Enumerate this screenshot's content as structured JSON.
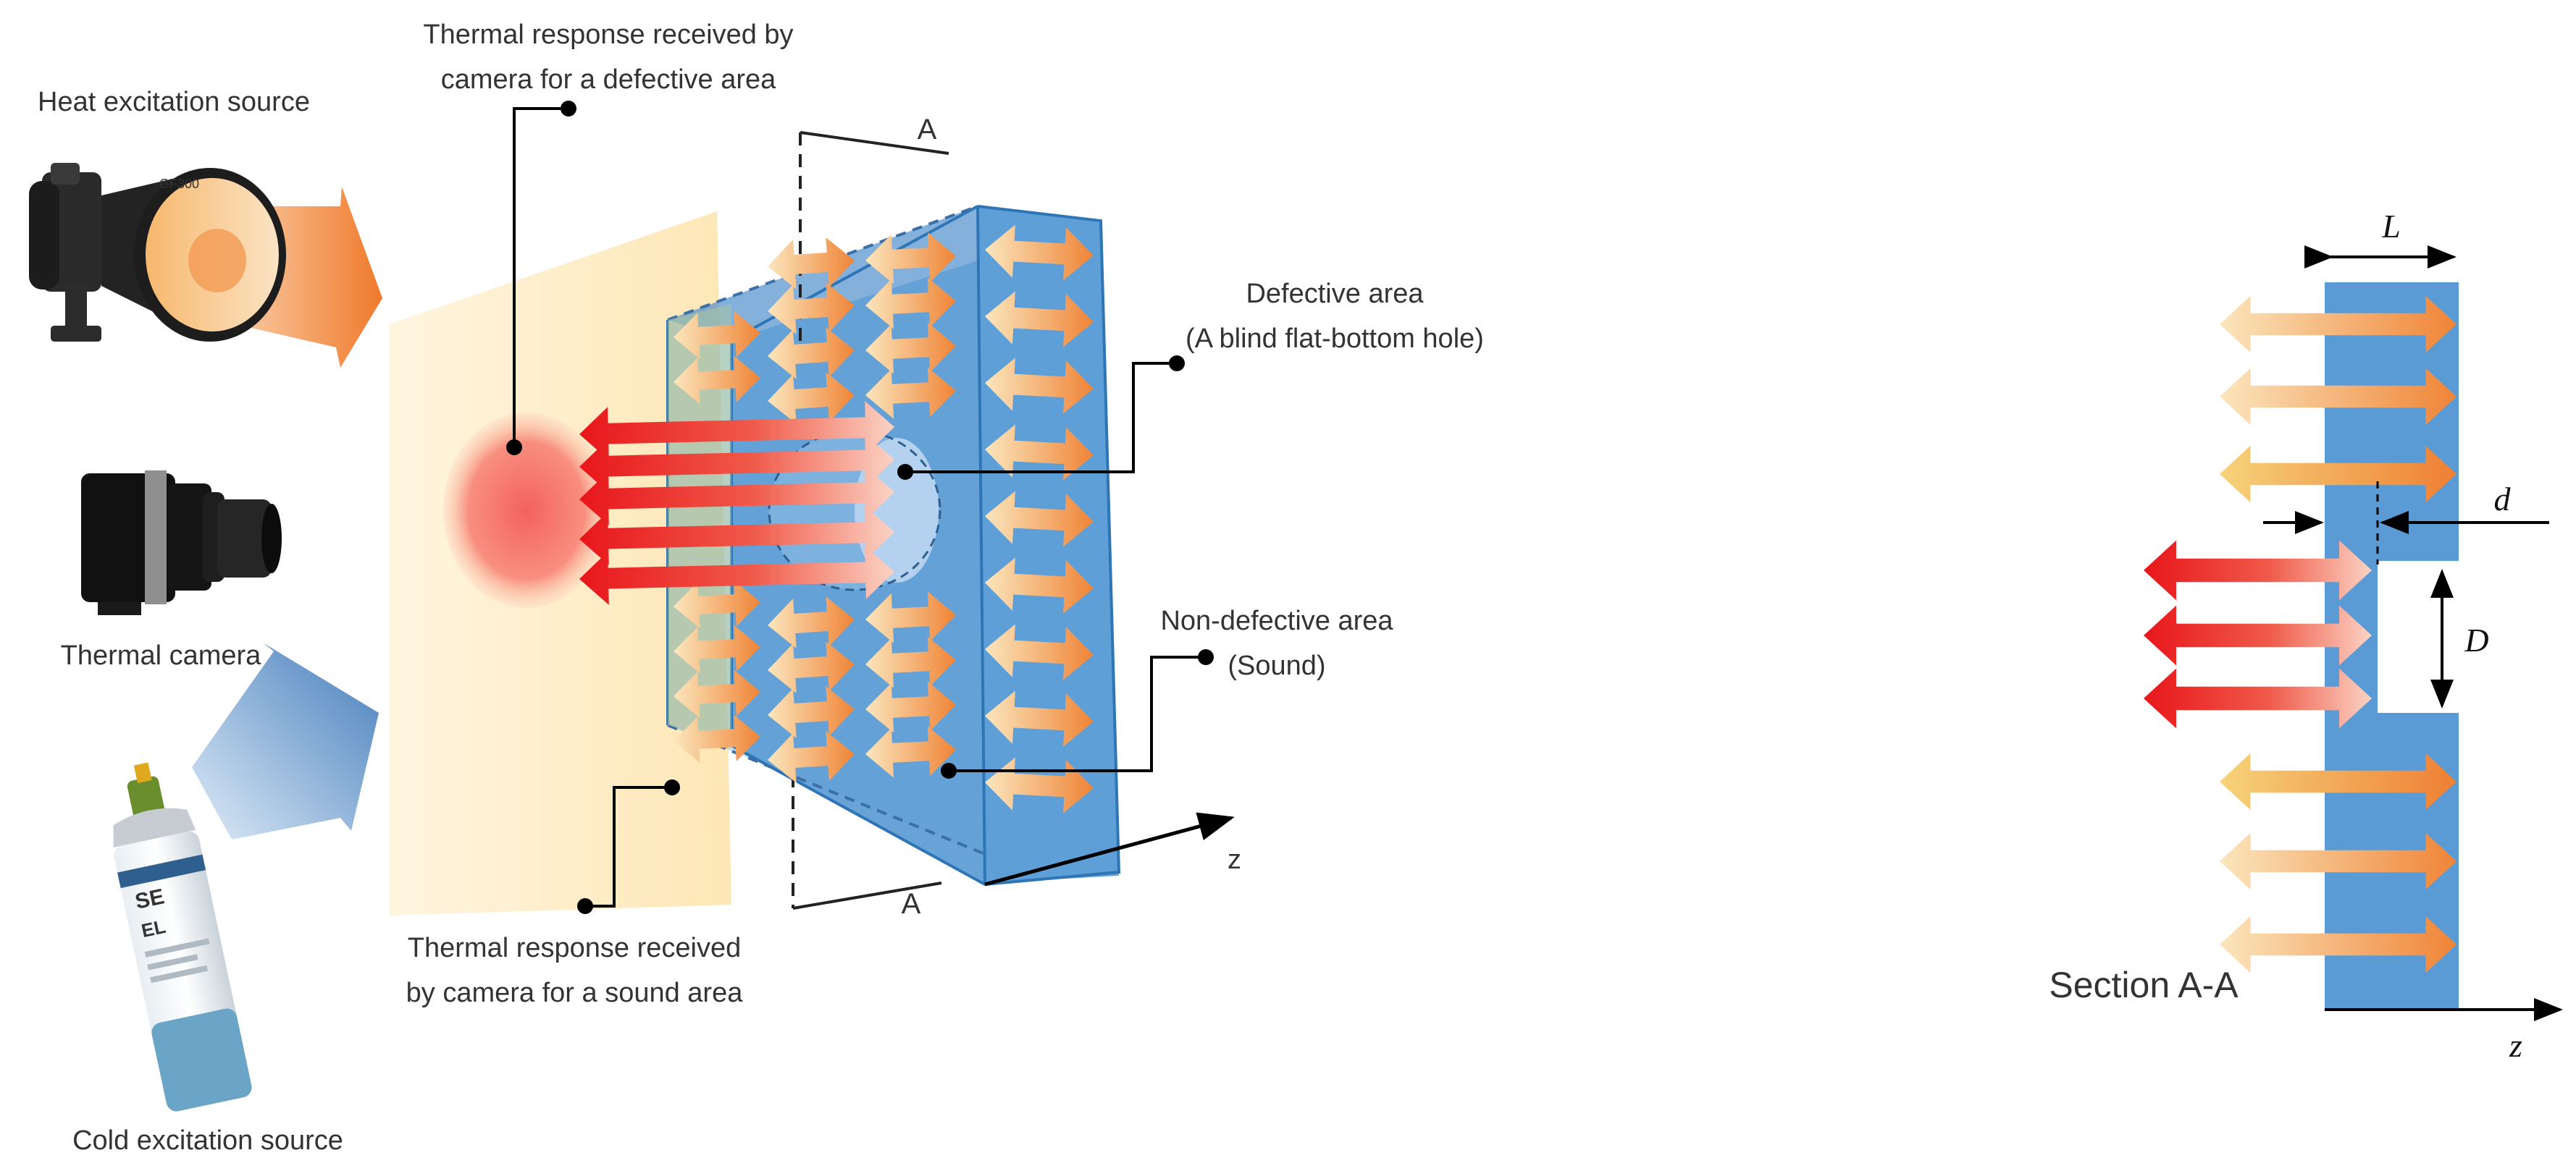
{
  "labels": {
    "heat_source": "Heat excitation source",
    "camera": "Thermal camera",
    "cold_source": "Cold excitation source",
    "response_defect_line1": "Thermal response received by",
    "response_defect_line2": "camera for a defective area",
    "response_sound_line1": "Thermal response received",
    "response_sound_line2": "by camera for a sound area",
    "defect_line1": "Defective area",
    "defect_line2": "(A blind flat-bottom hole)",
    "nondefect_line1": "Non-defective area",
    "nondefect_line2": "(Sound)",
    "section_mark_top": "A",
    "section_mark_bottom": "A",
    "axis_z_main": "z",
    "section_title": "Section A-A",
    "dim_L": "L",
    "dim_d": "d",
    "dim_D": "D",
    "axis_z_section": "z",
    "can_brand_1": "SE",
    "can_brand_2": "EL"
  },
  "colors": {
    "plate": "#5b9bd5",
    "plate_edge": "#2e75b6",
    "screen": "#fde8b8",
    "hot_spot": "#f8696b",
    "arrow_warm": "#f08a3c",
    "arrow_pale": "#fbe3b5",
    "arrow_red": "#e8161b",
    "heat_beam": "#f07d30",
    "cold_beam": "#3d7cc0"
  }
}
